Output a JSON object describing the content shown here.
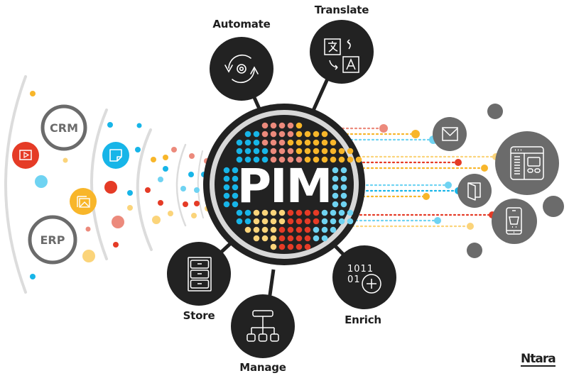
{
  "hub": {
    "label": "PIM"
  },
  "capabilities": [
    {
      "id": "automate",
      "label": "Automate",
      "icon": "sync-gear-icon"
    },
    {
      "id": "translate",
      "label": "Translate",
      "icon": "translate-icon"
    },
    {
      "id": "store",
      "label": "Store",
      "icon": "file-cabinet-icon"
    },
    {
      "id": "manage",
      "label": "Manage",
      "icon": "hierarchy-icon"
    },
    {
      "id": "enrich",
      "label": "Enrich",
      "icon": "binary-plus-icon"
    }
  ],
  "sources": [
    {
      "label": "CRM"
    },
    {
      "label": "ERP"
    }
  ],
  "source_assets": [
    "video-icon",
    "note-icon",
    "image-icon"
  ],
  "channels": [
    "email-icon",
    "web-page-icon",
    "catalog-icon",
    "mobile-cart-icon"
  ],
  "brand": {
    "logo": "Ntara"
  },
  "colors": {
    "dark": "#222222",
    "ring": "#d8d8d8",
    "grey": "#6b6b6b",
    "blue": "#17b5e8",
    "light_blue": "#6fd3f2",
    "red": "#e53b26",
    "salmon": "#ec8a7c",
    "yellow": "#f8b62a",
    "light_yellow": "#fbd47a"
  }
}
